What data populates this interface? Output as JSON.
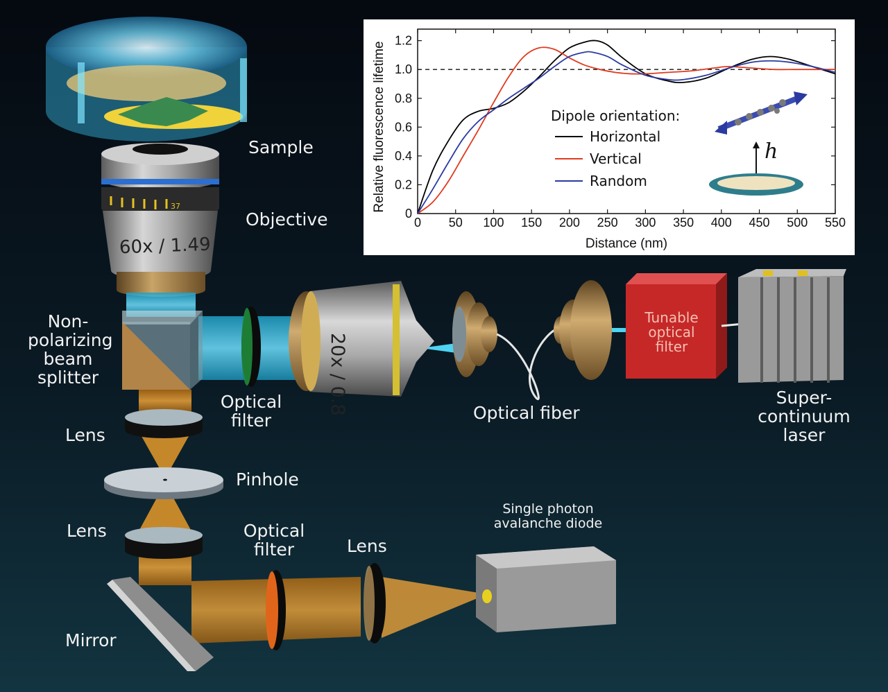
{
  "labels": {
    "sample": "Sample",
    "objective": "Objective",
    "objective_mark": "60x / 1.49",
    "objective_scale": "37",
    "beam_splitter": [
      "Non-",
      "polarizing",
      "beam",
      "splitter"
    ],
    "optical_filter_1": [
      "Optical",
      "filter"
    ],
    "objective2_mark": "20x / 0.8",
    "optical_fiber": "Optical fiber",
    "tunable_filter": [
      "Tunable",
      "optical",
      "filter"
    ],
    "laser": [
      "Super-",
      "continuum",
      "laser"
    ],
    "lens_1": "Lens",
    "pinhole": "Pinhole",
    "lens_2": "Lens",
    "optical_filter_2": [
      "Optical",
      "filter"
    ],
    "lens_3": "Lens",
    "spad": [
      "Single photon",
      "avalanche diode"
    ],
    "mirror": "Mirror"
  },
  "colors": {
    "background_top": "#060a10",
    "background_bottom": "#10303c",
    "excitation_beam": "#36c8ee",
    "emission_beam": "#e8981a",
    "filter_red": "#c62828"
  },
  "chart_data": {
    "type": "line",
    "xlabel": "Distance (nm)",
    "ylabel": "Relative fluorescence lifetime",
    "xlim": [
      0,
      550
    ],
    "ylim": [
      0,
      1.28
    ],
    "xticks": [
      0,
      50,
      100,
      150,
      200,
      250,
      300,
      350,
      400,
      450,
      500,
      550
    ],
    "yticks": [
      0,
      0.2,
      0.4,
      0.6,
      0.8,
      1.0,
      1.2
    ],
    "ytick_labels": [
      "0",
      "0.2",
      "0.4",
      "0.6",
      "0.8",
      "1.0",
      "1.2"
    ],
    "reference_line": 1.0,
    "legend_title": "Dipole orientation:",
    "legend_position": "center",
    "inset_label": "h",
    "series": [
      {
        "name": "Horizontal",
        "color": "#000000",
        "x": [
          0,
          20,
          40,
          60,
          80,
          100,
          120,
          140,
          160,
          180,
          200,
          220,
          235,
          250,
          270,
          300,
          330,
          350,
          380,
          410,
          440,
          465,
          490,
          520,
          550
        ],
        "y": [
          0,
          0.3,
          0.5,
          0.65,
          0.71,
          0.73,
          0.77,
          0.85,
          0.95,
          1.06,
          1.15,
          1.19,
          1.2,
          1.17,
          1.08,
          0.97,
          0.92,
          0.91,
          0.94,
          1.01,
          1.07,
          1.09,
          1.07,
          1.02,
          0.97
        ]
      },
      {
        "name": "Vertical",
        "color": "#e03a1e",
        "x": [
          0,
          20,
          40,
          60,
          80,
          100,
          120,
          140,
          160,
          180,
          200,
          220,
          240,
          260,
          280,
          300,
          330,
          360,
          390,
          410,
          440,
          470,
          500,
          550
        ],
        "y": [
          0,
          0.08,
          0.22,
          0.4,
          0.58,
          0.77,
          0.95,
          1.09,
          1.15,
          1.14,
          1.08,
          1.03,
          1.0,
          0.98,
          0.97,
          0.97,
          0.98,
          0.99,
          1.01,
          1.02,
          1.01,
          1.0,
          1.0,
          1.0
        ]
      },
      {
        "name": "Random",
        "color": "#2a3aa0",
        "x": [
          0,
          20,
          40,
          60,
          80,
          100,
          120,
          140,
          160,
          180,
          200,
          220,
          230,
          250,
          270,
          300,
          330,
          350,
          380,
          410,
          440,
          465,
          490,
          520,
          550
        ],
        "y": [
          0,
          0.17,
          0.35,
          0.52,
          0.64,
          0.72,
          0.8,
          0.87,
          0.94,
          1.02,
          1.09,
          1.12,
          1.12,
          1.09,
          1.03,
          0.96,
          0.93,
          0.93,
          0.96,
          1.01,
          1.05,
          1.06,
          1.05,
          1.02,
          0.98
        ]
      }
    ]
  }
}
